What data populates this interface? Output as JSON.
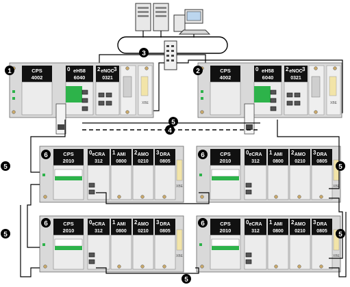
{
  "colors": {
    "module_black": "#111111",
    "rack_gray": "#d9d9d9",
    "green_accent": "#2db34a",
    "cable": "#000000",
    "callout_bg": "#000000"
  },
  "top_network": {
    "servers": [
      "server-icon",
      "server-icon"
    ],
    "workstation": "workstation-icon",
    "switch": "network-switch-icon"
  },
  "callouts": {
    "c1": "1",
    "c2": "2",
    "c3": "3",
    "c4": "4",
    "c5a": "5",
    "c5b": "5",
    "c5c": "5",
    "c5d": "5",
    "c5e": "5",
    "c5f": "5",
    "c6a": "6",
    "c6b": "6",
    "c6c": "6",
    "c6d": "6"
  },
  "cpu_rack": {
    "slots": [
      "0",
      "2",
      "3"
    ],
    "cps": [
      "CPS",
      "4002"
    ],
    "eh": [
      "eH58",
      "6040"
    ],
    "enoc": [
      "eNOC",
      "0321"
    ],
    "xbe": "XBE"
  },
  "drop_rack": {
    "slots": [
      "0",
      "1",
      "2",
      "3"
    ],
    "cps": [
      "CPS",
      "2010"
    ],
    "ecra": [
      "eCRA",
      "312"
    ],
    "ami": [
      "AMI",
      "0800"
    ],
    "amo": [
      "AMO",
      "0210"
    ],
    "dra": [
      "DRA",
      "0805"
    ],
    "xbe": "XBE"
  }
}
